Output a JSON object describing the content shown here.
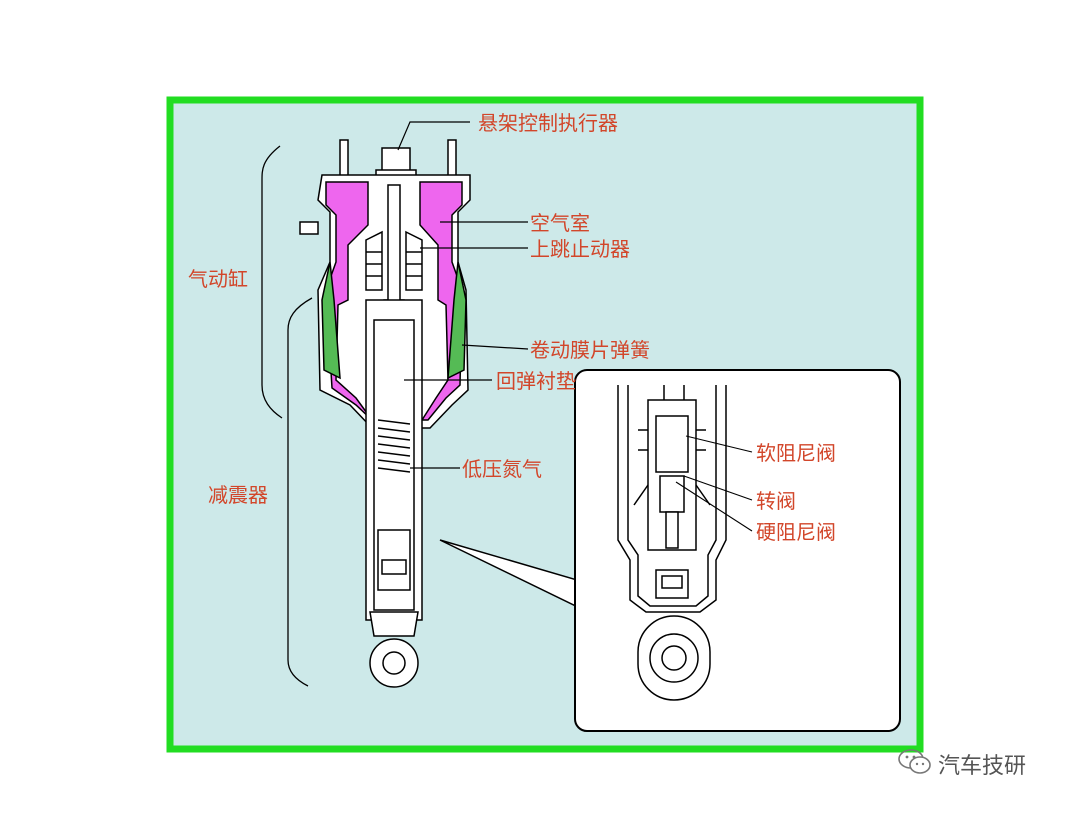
{
  "diagram": {
    "colors": {
      "frame_border": "#22dd22",
      "panel_background": "#cde9e9",
      "air_chamber": "#ee66ee",
      "diaphragm": "#55bb55",
      "label_text": "#d2462a",
      "line": "#000000"
    },
    "labels": {
      "actuator": "悬架控制执行器",
      "air_chamber": "空气室",
      "bump_stopper": "上跳止动器",
      "air_cylinder": "气动缸",
      "rolling_diaphragm": "卷动膜片弹簧",
      "rebound_cushion": "回弹衬垫",
      "low_pressure_nitrogen": "低压氮气",
      "shock_absorber": "减震器",
      "soft_valve": "软阻尼阀",
      "rotary_valve": "转阀",
      "hard_valve": "硬阻尼阀"
    }
  },
  "watermark": {
    "icon": "wechat-icon",
    "text": "汽车技研"
  }
}
